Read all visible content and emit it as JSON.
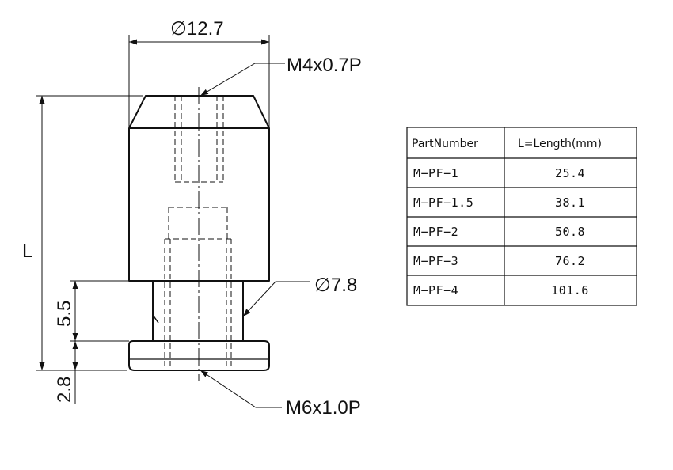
{
  "dimensions": {
    "top_diameter": "∅12.7",
    "top_thread": "M4x0.7P",
    "length": "L",
    "neck_height": "5.5",
    "neck_diameter": "∅7.8",
    "flange_height": "2.8",
    "bottom_thread": "M6x1.0P"
  },
  "table": {
    "headers": [
      "PartNumber",
      "L=Length(mm)"
    ],
    "rows": [
      {
        "part": "M−PF−1",
        "length": "25.4"
      },
      {
        "part": "M−PF−1.5",
        "length": "38.1"
      },
      {
        "part": "M−PF−2",
        "length": "50.8"
      },
      {
        "part": "M−PF−3",
        "length": "76.2"
      },
      {
        "part": "M−PF−4",
        "length": "101.6"
      }
    ]
  }
}
